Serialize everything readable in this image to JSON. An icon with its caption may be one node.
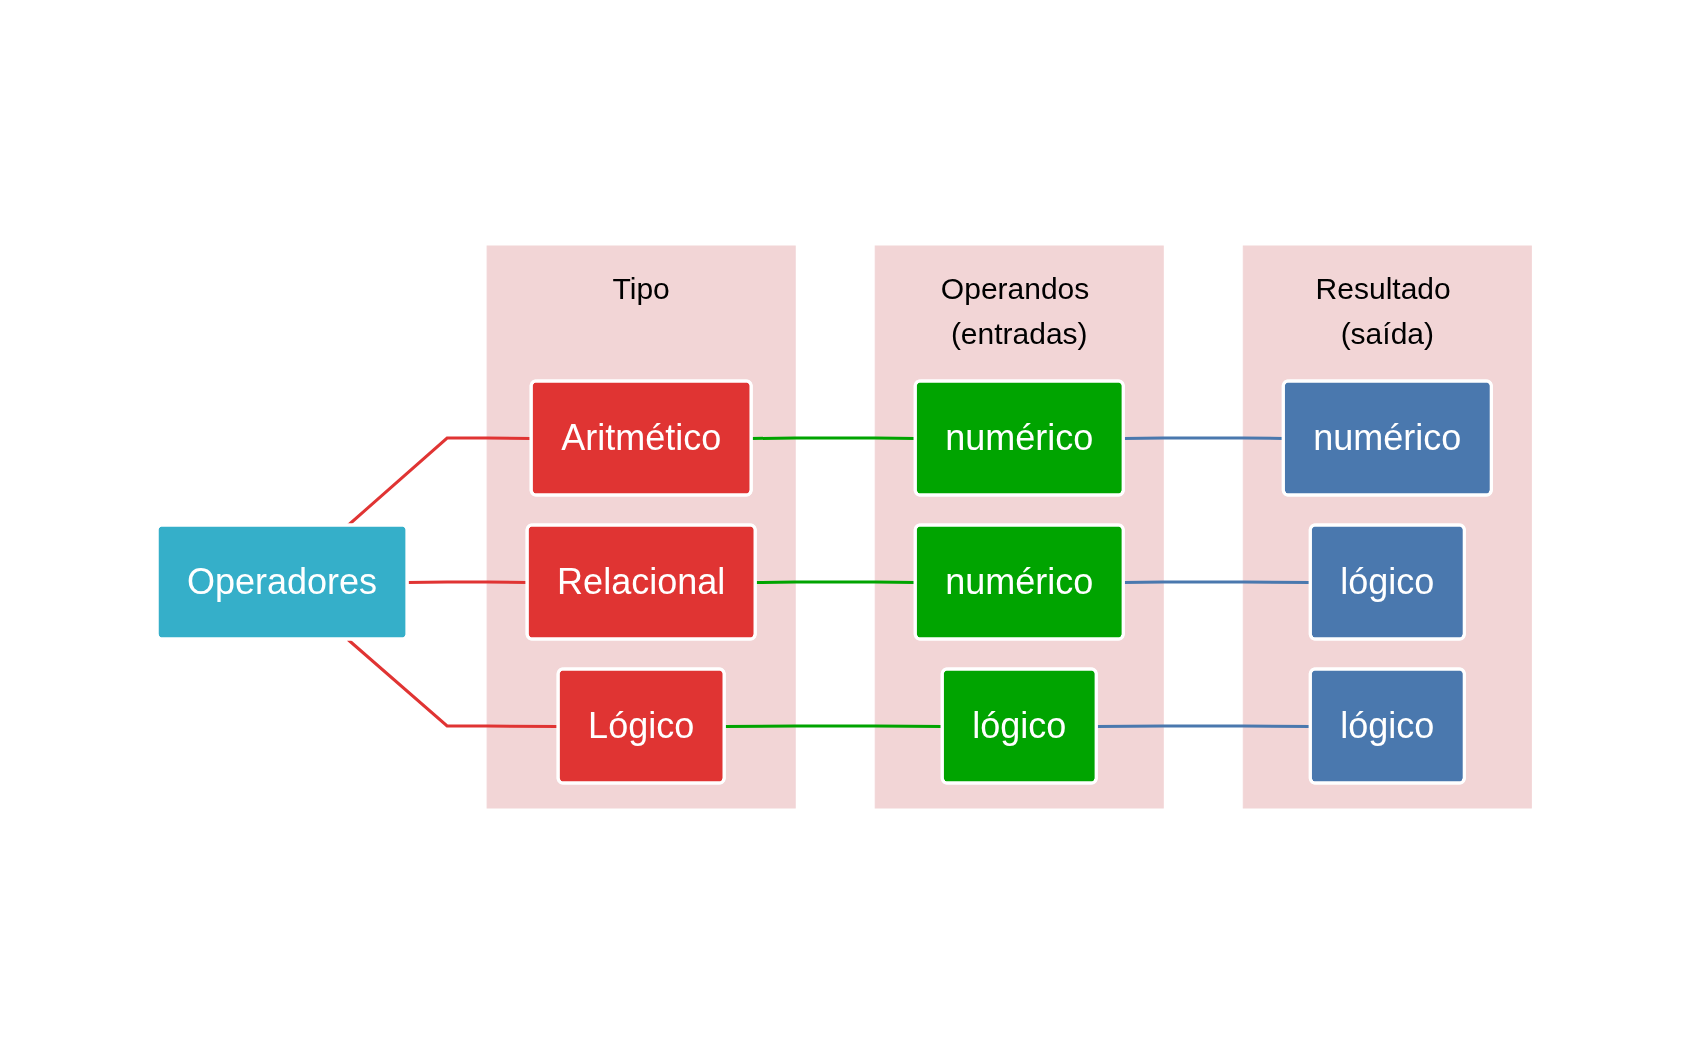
{
  "diagram": {
    "nodes": [
      {
        "text": [
          "Operadores"
        ]
      },
      {
        "text": [
          "Tipo"
        ]
      },
      {
        "text": [
          "Aritmético"
        ],
        "in": 1
      },
      {
        "text": [
          "Relacional"
        ],
        "in": 1
      },
      {
        "text": [
          "Lógico"
        ],
        "in": 1
      },
      {
        "text": [
          "Operandos (entradas)"
        ]
      },
      {
        "text": [
          "numérico"
        ],
        "in": 5
      },
      {
        "text": [
          "numérico"
        ],
        "in": 5
      },
      {
        "text": [
          "lógico"
        ],
        "in": 5
      },
      {
        "text": [
          "Resultado (saída)"
        ]
      },
      {
        "text": [
          "numérico"
        ],
        "in": 9
      },
      {
        "text": [
          "lógico"
        ],
        "in": 9
      },
      {
        "text": [
          "lógico"
        ],
        "in": 9
      }
    ],
    "edges": [
      {
        "from": 0,
        "to": 2,
        "arrow": "none",
        "color": "#e03433"
      },
      {
        "from": 0,
        "to": 3,
        "arrow": "none",
        "color": "#e03433"
      },
      {
        "from": 0,
        "to": 4,
        "arrow": "none",
        "color": "#e03433"
      },
      {
        "from": 2,
        "to": 6,
        "arrow": "none",
        "color": "#00a400"
      },
      {
        "from": 3,
        "to": 7,
        "arrow": "none",
        "color": "#00a400"
      },
      {
        "from": 4,
        "to": 8,
        "arrow": "none",
        "color": "#00a400"
      },
      {
        "from": 6,
        "to": 10,
        "arrow": "none",
        "color": "#4a78ae"
      },
      {
        "from": 7,
        "to": 11,
        "arrow": "none",
        "color": "#4a78ae"
      },
      {
        "from": 8,
        "to": 12,
        "arrow": "none",
        "color": "#4a78ae"
      }
    ]
  }
}
